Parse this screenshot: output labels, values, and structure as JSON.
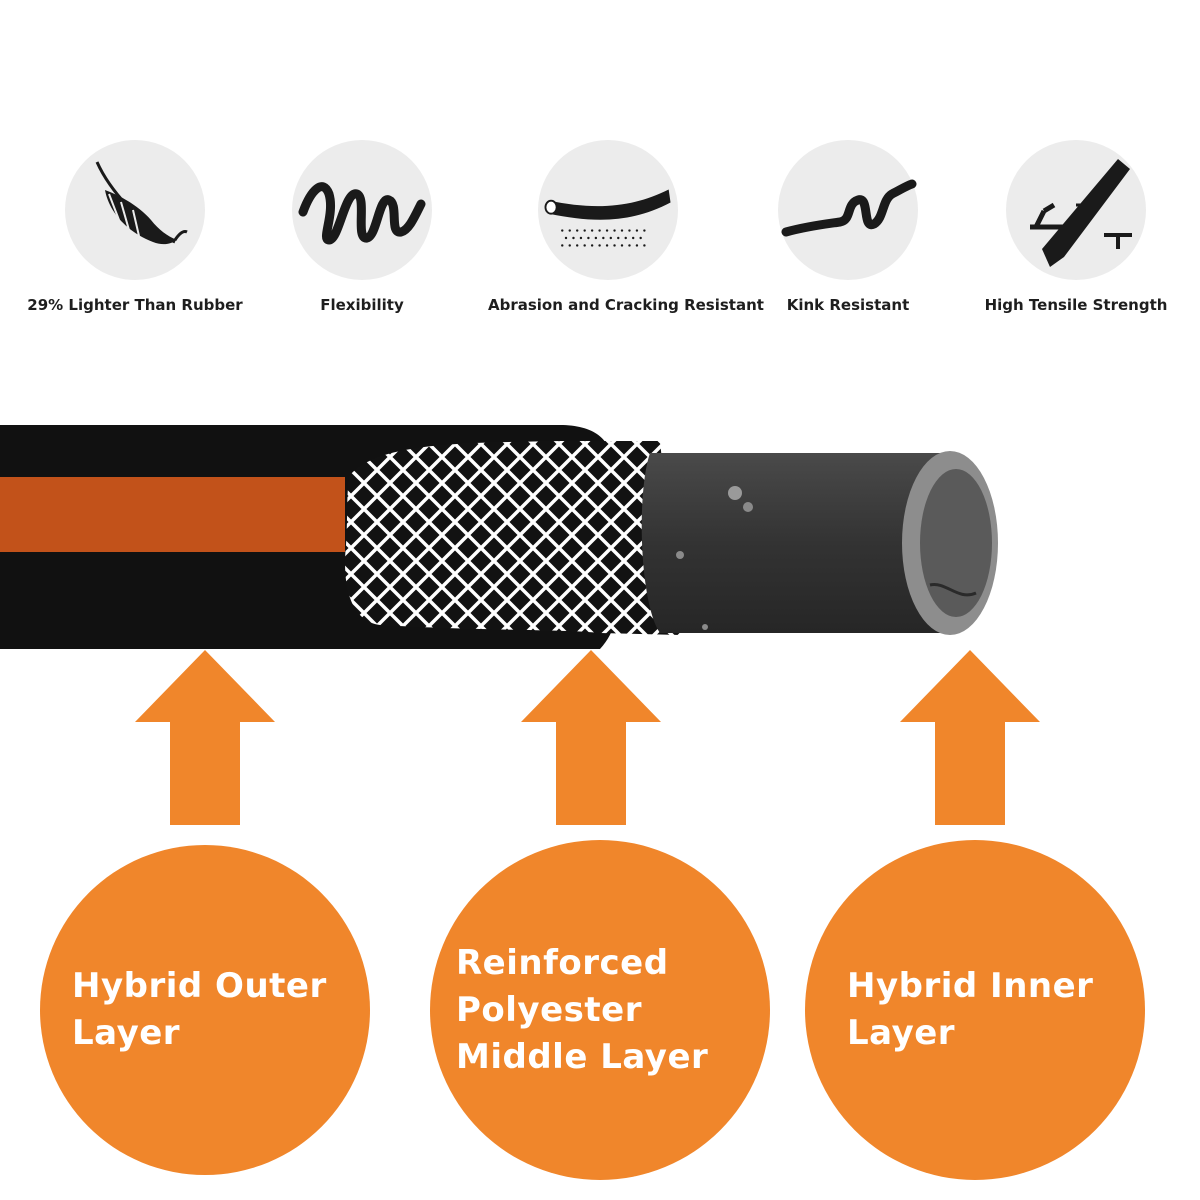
{
  "features": [
    {
      "label": "29% Lighter Than Rubber",
      "icon": "feather-icon"
    },
    {
      "label": "Flexibility",
      "icon": "coil-icon"
    },
    {
      "label": "Abrasion and Cracking Resistant",
      "icon": "hose-tube-icon"
    },
    {
      "label": "Kink Resistant",
      "icon": "kink-hose-icon"
    },
    {
      "label": "High Tensile Strength",
      "icon": "tensile-icon"
    }
  ],
  "layers": [
    {
      "label": "Hybrid Outer Layer"
    },
    {
      "label": "Reinforced Polyester Middle Layer"
    },
    {
      "label": "Hybrid Inner Layer"
    }
  ],
  "colors": {
    "accent_orange": "#f0862b",
    "hose_black": "#111111",
    "hose_stripe": "#c2521a",
    "inner_tube": "#3a3a3a",
    "icon_disc": "#ececec"
  }
}
